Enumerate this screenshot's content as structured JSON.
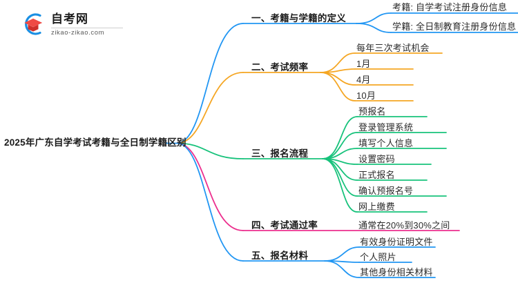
{
  "logo": {
    "name_cn": "自考网",
    "name_en": "zikao-zikao.com",
    "mark_icon": "graduation-cap-icon",
    "arc_color": "#1a8fe3",
    "cap_color": "#e8413a"
  },
  "mindmap": {
    "root": {
      "label": "2025年广东自学考试考籍与全日制学籍区别"
    },
    "branches": [
      {
        "label": "一、考籍与学籍的定义",
        "color": "#2196f3",
        "children": [
          {
            "label": "考籍: 自学考试注册身份信息"
          },
          {
            "label": "学籍: 全日制教育注册身份信息"
          }
        ]
      },
      {
        "label": "二、考试频率",
        "color": "#f5a623",
        "children": [
          {
            "label": "每年三次考试机会"
          },
          {
            "label": "1月"
          },
          {
            "label": "4月"
          },
          {
            "label": "10月"
          }
        ]
      },
      {
        "label": "三、报名流程",
        "color": "#17c27b",
        "children": [
          {
            "label": "预报名"
          },
          {
            "label": "登录管理系统"
          },
          {
            "label": "填写个人信息"
          },
          {
            "label": "设置密码"
          },
          {
            "label": "正式报名"
          },
          {
            "label": "确认预报名号"
          },
          {
            "label": "网上缴费"
          }
        ]
      },
      {
        "label": "四、考试通过率",
        "color": "#ec2f8e",
        "children": [
          {
            "label": "通常在20%到30%之间"
          }
        ]
      },
      {
        "label": "五、报名材料",
        "color": "#2196f3",
        "children": [
          {
            "label": "有效身份证明文件"
          },
          {
            "label": "个人照片"
          },
          {
            "label": "其他身份相关材料"
          }
        ]
      }
    ]
  }
}
